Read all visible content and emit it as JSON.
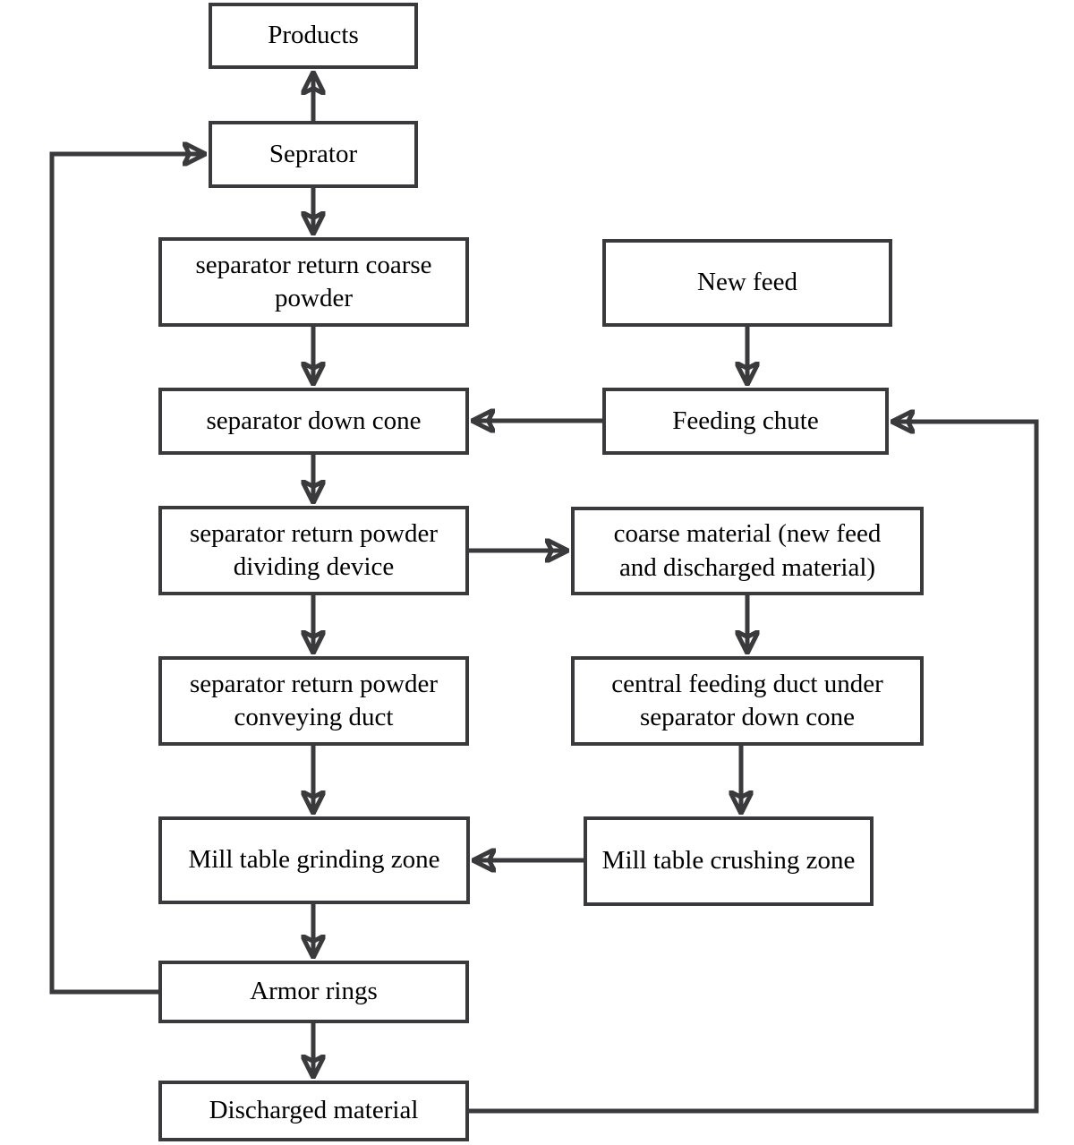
{
  "diagram": {
    "background_color": "#ffffff",
    "line_color": "#3a3a3c",
    "text_color": "#000000",
    "nodes": {
      "products": {
        "lines": [
          "Products"
        ]
      },
      "seprator": {
        "lines": [
          "Seprator"
        ]
      },
      "return_coarse_powder": {
        "lines": [
          "separator return coarse",
          "powder"
        ]
      },
      "down_cone": {
        "lines": [
          "separator down cone"
        ]
      },
      "dividing_device": {
        "lines": [
          "separator return powder",
          "dividing device"
        ]
      },
      "conveying_duct": {
        "lines": [
          "separator return powder",
          "conveying duct"
        ]
      },
      "grinding_zone": {
        "lines": [
          "Mill table grinding zone"
        ]
      },
      "armor_rings": {
        "lines": [
          "Armor rings"
        ]
      },
      "discharged_material": {
        "lines": [
          "Discharged material"
        ]
      },
      "new_feed": {
        "lines": [
          "New feed"
        ]
      },
      "feeding_chute": {
        "lines": [
          "Feeding chute"
        ]
      },
      "coarse_material": {
        "lines": [
          "coarse material (new feed",
          "and discharged material)"
        ]
      },
      "central_feeding_duct": {
        "lines": [
          "central feeding duct under",
          "separator down cone"
        ]
      },
      "crushing_zone": {
        "lines": [
          "Mill table crushing zone"
        ]
      }
    },
    "edges": [
      {
        "from": "seprator",
        "to": "products"
      },
      {
        "from": "seprator",
        "to": "return_coarse_powder"
      },
      {
        "from": "return_coarse_powder",
        "to": "down_cone"
      },
      {
        "from": "down_cone",
        "to": "dividing_device"
      },
      {
        "from": "dividing_device",
        "to": "conveying_duct"
      },
      {
        "from": "dividing_device",
        "to": "coarse_material"
      },
      {
        "from": "conveying_duct",
        "to": "grinding_zone"
      },
      {
        "from": "grinding_zone",
        "to": "armor_rings"
      },
      {
        "from": "armor_rings",
        "to": "discharged_material"
      },
      {
        "from": "armor_rings",
        "to": "seprator"
      },
      {
        "from": "new_feed",
        "to": "feeding_chute"
      },
      {
        "from": "feeding_chute",
        "to": "down_cone"
      },
      {
        "from": "coarse_material",
        "to": "central_feeding_duct"
      },
      {
        "from": "central_feeding_duct",
        "to": "crushing_zone"
      },
      {
        "from": "crushing_zone",
        "to": "grinding_zone"
      },
      {
        "from": "discharged_material",
        "to": "feeding_chute"
      }
    ]
  }
}
